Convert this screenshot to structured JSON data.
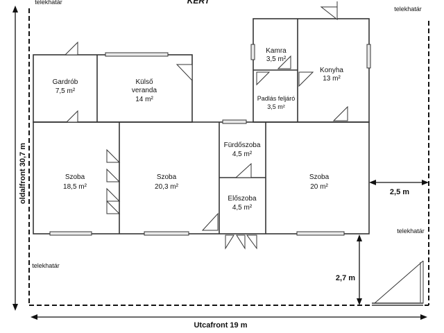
{
  "garden": "KERT",
  "lot_labels": {
    "top_left": "telekhatár",
    "top_right": "telekhatár",
    "mid_left": "telekhatár",
    "mid_right": "telekhatár"
  },
  "dimensions": {
    "side_front": "oldalfront 30,7 m",
    "street_front": "Utcafront 19 m",
    "right_gap": "2,5 m",
    "bottom_gap": "2,7 m"
  },
  "rooms": {
    "kamra": {
      "name": "Kamra",
      "area": "3,5 m²"
    },
    "konyha": {
      "name": "Konyha",
      "area": "13 m²"
    },
    "padlas": {
      "name": "Padlás feljáró",
      "area": "3,5 m²"
    },
    "gardrob": {
      "name": "Gardrób",
      "area": "7,5 m²"
    },
    "veranda": {
      "name1": "Külső",
      "name2": "veranda",
      "area": "14 m²"
    },
    "szoba1": {
      "name": "Szoba",
      "area": "18,5 m²"
    },
    "szoba2": {
      "name": "Szoba",
      "area": "20,3 m²"
    },
    "furdoszoba": {
      "name": "Fürdőszoba",
      "area": "4,5 m²"
    },
    "eloszoba": {
      "name": "Előszoba",
      "area": "4,5 m²"
    },
    "szoba3": {
      "name": "Szoba",
      "area": "20 m²"
    }
  }
}
